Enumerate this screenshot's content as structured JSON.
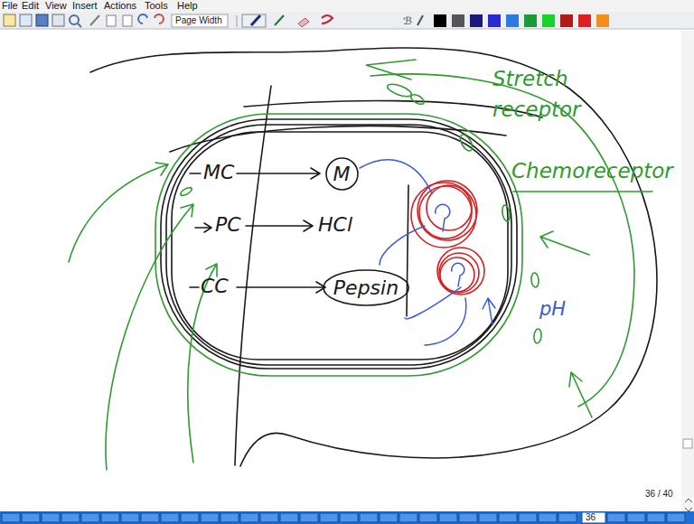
{
  "diagram": {
    "nodes": [
      {
        "text": [
          "M"
        ]
      },
      {
        "text": [
          "Pepsin"
        ]
      }
    ],
    "labels": [
      "File",
      "Edit",
      "View",
      "Insert",
      "Actions",
      "Tools",
      "Help",
      "Page Width",
      "MC",
      "PC",
      "HCl",
      "CC",
      "Stretch receptor",
      "Chemoreceptor",
      "pH",
      "36 / 40",
      "36"
    ]
  }
}
